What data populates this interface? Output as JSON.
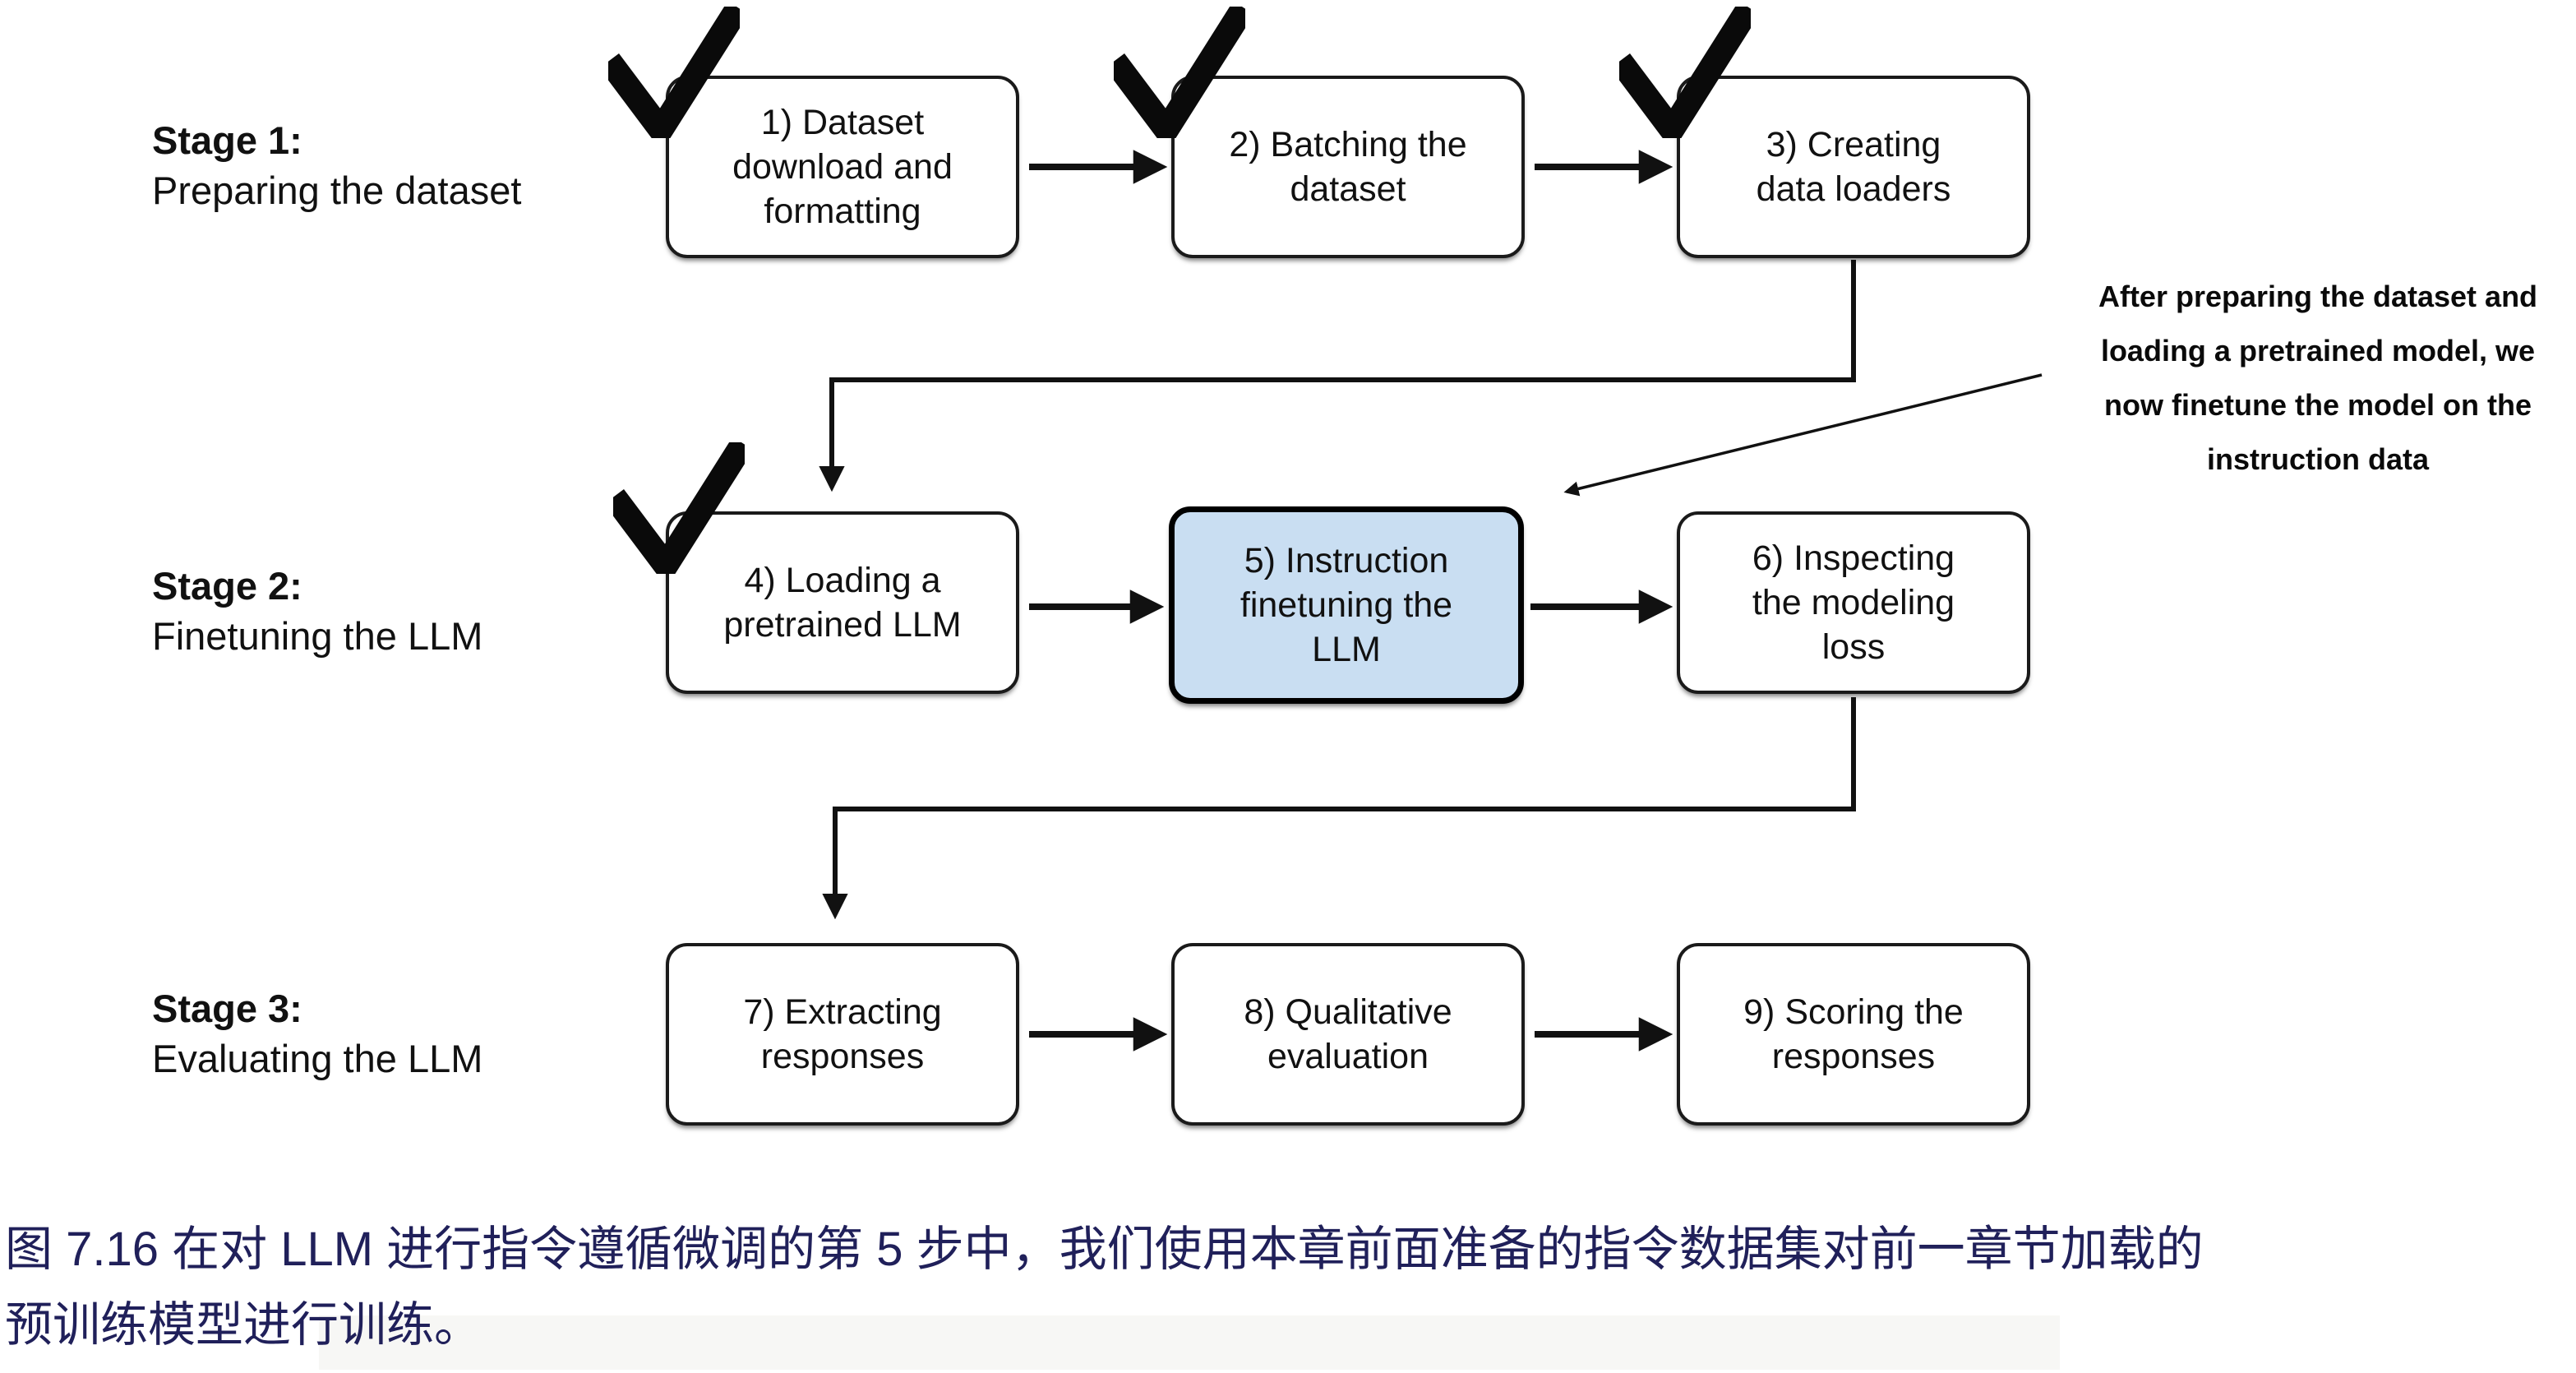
{
  "figure": {
    "stages": [
      {
        "title": "Stage 1:",
        "subtitle": "Preparing the dataset"
      },
      {
        "title": "Stage 2:",
        "subtitle": "Finetuning the LLM"
      },
      {
        "title": "Stage 3:",
        "subtitle": "Evaluating the LLM"
      }
    ],
    "boxes": [
      {
        "id": "1",
        "label": "1) Dataset\ndownload and\nformatting",
        "checked": true,
        "highlighted": false
      },
      {
        "id": "2",
        "label": "2) Batching the\ndataset",
        "checked": true,
        "highlighted": false
      },
      {
        "id": "3",
        "label": "3) Creating\ndata loaders",
        "checked": true,
        "highlighted": false
      },
      {
        "id": "4",
        "label": "4) Loading a\npretrained LLM",
        "checked": true,
        "highlighted": false
      },
      {
        "id": "5",
        "label": "5) Instruction\nfinetuning the\nLLM",
        "checked": false,
        "highlighted": true
      },
      {
        "id": "6",
        "label": "6) Inspecting\nthe modeling\nloss",
        "checked": false,
        "highlighted": false
      },
      {
        "id": "7",
        "label": "7) Extracting\nresponses",
        "checked": false,
        "highlighted": false
      },
      {
        "id": "8",
        "label": "8) Qualitative\nevaluation",
        "checked": false,
        "highlighted": false
      },
      {
        "id": "9",
        "label": "9) Scoring the\nresponses",
        "checked": false,
        "highlighted": false
      }
    ],
    "annotation": "After preparing the dataset and\nloading a pretrained model, we\nnow finetune the model on the\ninstruction data",
    "colors": {
      "highlight_fill": "#c9def2",
      "box_border": "#1a1a1a",
      "caption_text": "#20205a"
    }
  },
  "caption": "图 7.16 在对 LLM 进行指令遵循微调的第 5 步中，我们使用本章前面准备的指令数据集对前一章节加载的\n预训练模型进行训练。"
}
